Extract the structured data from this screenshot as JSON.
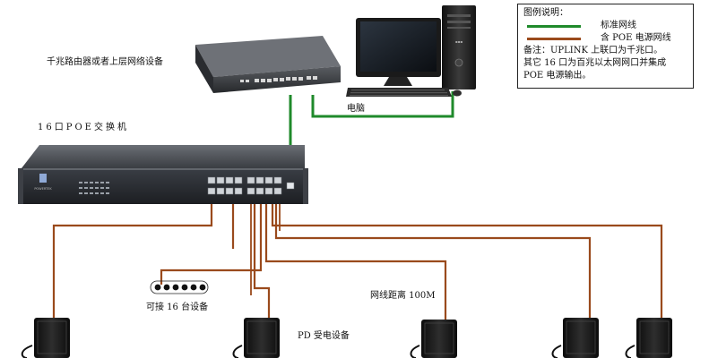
{
  "labels": {
    "router": "千兆路由器或者上层网络设备",
    "switch": "16口POE交换机",
    "computer": "电脑",
    "cable_distance": "网线距离 100M",
    "pd_device": "PD 受电设备",
    "connect_16": "可接 16 台设备",
    "switch_brand": "POWERTEK"
  },
  "legend": {
    "title": "图例说明：",
    "standard_line": "标准网线",
    "poe_line": "含 POE 电源网线",
    "note1": "备注：UPLINK 上联口为千兆口。",
    "note2": "其它 16 口为百兆以太网网口并集成 POE 电源输出。"
  },
  "colors": {
    "standard_line": "#1f8a2b",
    "poe_line": "#9a4a1c",
    "device_dark": "#1b1b1b",
    "switch_body": "#2a2d33"
  },
  "icons": {
    "router": "network-router-icon",
    "computer": "desktop-computer-icon",
    "switch": "poe-switch-icon",
    "pd": "pd-device-icon"
  }
}
